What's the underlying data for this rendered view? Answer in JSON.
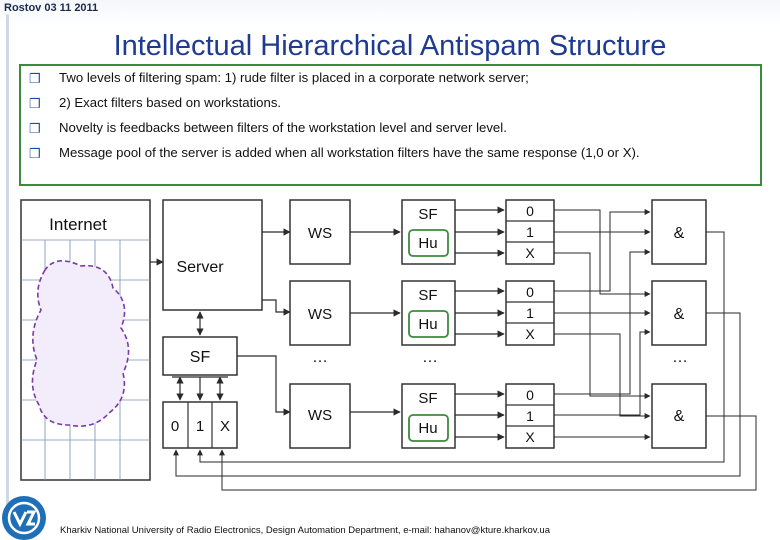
{
  "header": {
    "date": "Rostov 03 11 2011"
  },
  "title": "Intellectual Hierarchical Antispam Structure",
  "bullets": [
    "Two levels of filtering spam: 1) rude filter is placed in a corporate network server;",
    "2) Exact filters based on workstations.",
    "Novelty is feedbacks between filters of the workstation level and server level.",
    "Message pool of the server is added when all workstation filters have the same response (1,0 or X)."
  ],
  "bullet_icon": "square-bullet-icon",
  "diagram": {
    "internet": "Internet",
    "server": "Server",
    "server_filter": "SF",
    "pool": [
      "0",
      "1",
      "X"
    ],
    "workstations": [
      {
        "ws": "WS",
        "sf": "SF",
        "hu": "Hu",
        "outputs": [
          "0",
          "1",
          "X"
        ],
        "gate": "&"
      },
      {
        "ws": "WS",
        "sf": "SF",
        "hu": "Hu",
        "outputs": [
          "0",
          "1",
          "X"
        ],
        "gate": "&"
      },
      {
        "ws": "WS",
        "sf": "SF",
        "hu": "Hu",
        "outputs": [
          "0",
          "1",
          "X"
        ],
        "gate": "&"
      }
    ],
    "ellipsis": "…"
  },
  "footer": "Kharkiv National University of Radio Electronics, Design Automation Department, e-mail: hahanov@kture.kharkov.ua",
  "logo": "university-logo-icon",
  "colors": {
    "title": "#1f3b8f",
    "frame": "#3c8a3c",
    "logo": "#1e6fb8"
  }
}
